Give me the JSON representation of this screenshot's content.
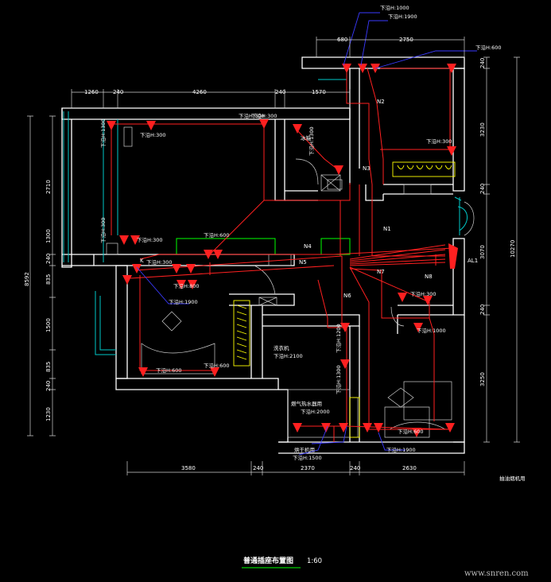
{
  "drawing": {
    "title": "普通插座布置图",
    "scale": "1:60",
    "legend_note": "抽油烟机用",
    "watermark": "www.snren.com"
  },
  "dimensions": {
    "top_right": [
      "680",
      "2750"
    ],
    "top_left": [
      "1260",
      "240",
      "4260",
      "240",
      "1570"
    ],
    "bottom": [
      "3580",
      "240",
      "2370",
      "240",
      "2630"
    ],
    "left_total": "8592",
    "left": [
      "2710",
      "1300",
      "240",
      "835",
      "1500",
      "835",
      "240",
      "1230"
    ],
    "right": [
      "240",
      "3230",
      "240",
      "3070",
      "240",
      "3250"
    ],
    "right_total": "10270"
  },
  "heights": {
    "h1000": "下沿H:1000",
    "h1900_top": "下沿H:1900",
    "h600_top": "下沿H:600",
    "h300_kitchen": "下沿H:300",
    "h300_a": "下沿H:300",
    "h300_b": "下沿H:300",
    "h300_c": "下沿H:300",
    "h300_d": "下沿H:300",
    "h1300_a": "下沿H:1300",
    "h1300_b": "下沿H:1300",
    "h600_mid": "下沿H:600",
    "h300_e": "下沿H:300",
    "h300_f": "下沿H:300",
    "h800": "下沿H:800",
    "h1900_bed": "下沿H:1900",
    "h600_bed": "下沿H:600",
    "h600_bed2": "下沿H:600",
    "h2100": "下沿H:2100",
    "h1200": "下沿H:1200",
    "h2000": "下沿H:2000",
    "h1300_c": "下沿H:1300",
    "h1500": "下沿H:1500",
    "h300_g": "下沿H:300",
    "h1000_b": "下沿H:1000",
    "h600_b": "下沿H:600",
    "h1900_b": "下沿H:1900"
  },
  "labels": {
    "fridge": "冰箱",
    "washer": "洗衣机",
    "range_hood": "抽油烟机用",
    "water_heater": "燃气热水器用",
    "dryer": "烘干机用"
  },
  "circuits": {
    "n1": "N1",
    "n2": "N2",
    "n3": "N3",
    "n4": "N4",
    "n5": "N5",
    "n6": "N6",
    "n7": "N7",
    "n8": "N8",
    "panel": "AL1",
    "k": "K"
  }
}
